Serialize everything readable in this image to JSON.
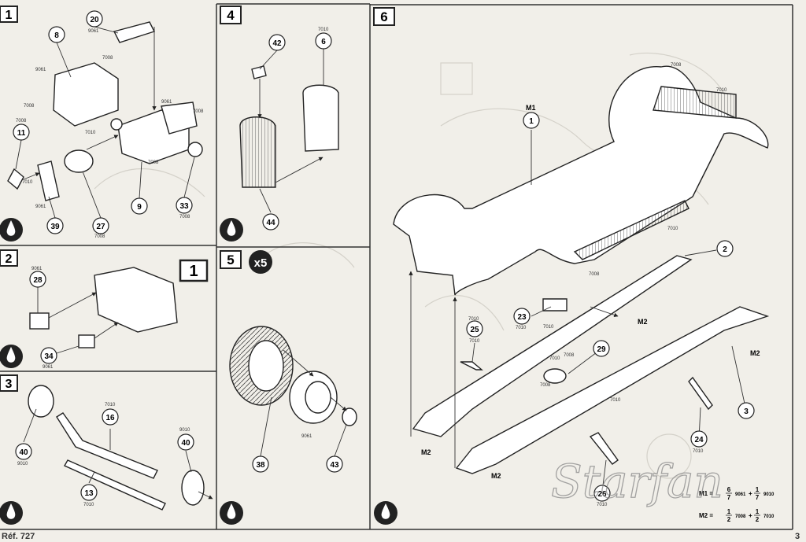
{
  "steps": [
    {
      "id": "step1",
      "label": "1",
      "style": "box"
    },
    {
      "id": "step2",
      "label": "2",
      "style": "box"
    },
    {
      "id": "step3",
      "label": "3",
      "style": "box"
    },
    {
      "id": "step4",
      "label": "4",
      "style": "box"
    },
    {
      "id": "step5",
      "label": "5",
      "style": "box"
    },
    {
      "id": "step6",
      "label": "6",
      "style": "box"
    }
  ],
  "ref_box_label": "1",
  "multiplier": "x5",
  "parts": [
    "20",
    "8",
    "11",
    "27",
    "39",
    "9",
    "33",
    "28",
    "34",
    "16",
    "40",
    "40",
    "13",
    "42",
    "6",
    "44",
    "38",
    "43",
    "1",
    "2",
    "3",
    "23",
    "25",
    "29",
    "24",
    "26"
  ],
  "color_codes": [
    "9061",
    "7008",
    "7010",
    "9010"
  ],
  "codes_on_drawing": {
    "p1": [
      "9061",
      "7008",
      "9061",
      "7008",
      "7008",
      "7010",
      "9061",
      "7008",
      "7008",
      "7010",
      "9061",
      "7008",
      "7008"
    ],
    "p2": [
      "9061",
      "9061"
    ],
    "p3": [
      "7010",
      "9010",
      "9010",
      "7010"
    ],
    "p4": [
      "7010"
    ],
    "p5": [
      "9061"
    ],
    "p6": [
      "7008",
      "7010",
      "7010",
      "7008",
      "7010",
      "7010",
      "7010",
      "7010",
      "7010",
      "7008",
      "7008",
      "7010",
      "7010",
      "7010"
    ]
  },
  "m_labels": [
    "M1",
    "M2",
    "M2",
    "M2",
    "M2"
  ],
  "formula1": {
    "lhs": "M1 =",
    "a_num": "6",
    "a_den": "7",
    "a_code": "9061",
    "plus": "+",
    "b_num": "1",
    "b_den": "7",
    "b_code": "9010"
  },
  "formula2": {
    "lhs": "M2 =",
    "a_num": "1",
    "a_den": "2",
    "a_code": "7008",
    "plus": "+",
    "b_num": "1",
    "b_den": "2",
    "b_code": "7010"
  },
  "watermark": "Starfan",
  "footer": {
    "ref": "Réf. 727",
    "page": "3"
  },
  "colors": {
    "paper": "#f1efe9",
    "ink": "#222222",
    "faint": "#cfccc4",
    "panel_border": "#333333"
  }
}
